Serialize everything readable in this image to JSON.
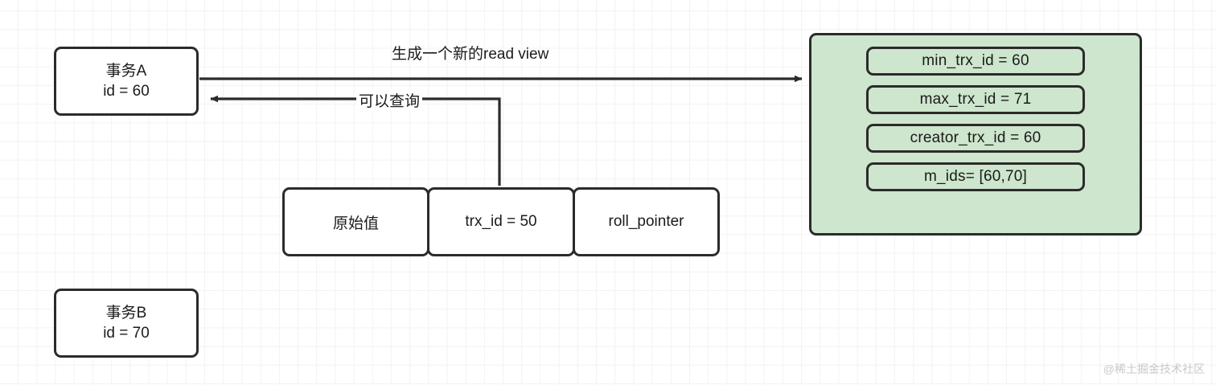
{
  "diagram": {
    "title": "MySQL MVCC read view diagram",
    "colors": {
      "readview_fill": "#cde6cd",
      "stroke": "#2b2b2b",
      "node_fill": "#ffffff",
      "grid_line": "#f2f2f2",
      "watermark": "#c8c8c8"
    },
    "transactions": [
      {
        "name": "事务A",
        "id_text": "id = 60"
      },
      {
        "name": "事务B",
        "id_text": "id = 70"
      }
    ],
    "edges": [
      {
        "label": "生成一个新的read view",
        "direction": "right",
        "from": "事务A",
        "to": "read view"
      },
      {
        "label": "可以查询",
        "direction": "left",
        "from": "trx_id = 50",
        "to": "事务A"
      }
    ],
    "read_view": {
      "items": [
        "min_trx_id = 60",
        "max_trx_id = 71",
        "creator_trx_id = 60",
        "m_ids= [60,70]"
      ]
    },
    "record_row": {
      "cells": [
        "原始值",
        "trx_id = 50",
        "roll_pointer"
      ]
    },
    "watermark": "@稀土掘金技术社区"
  }
}
